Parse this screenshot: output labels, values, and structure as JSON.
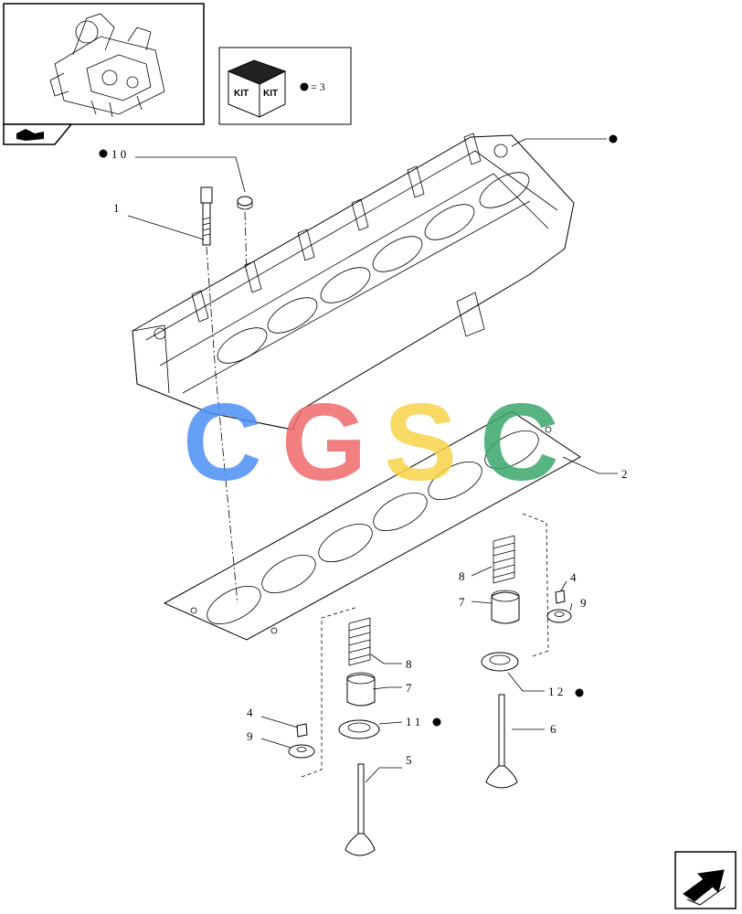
{
  "kit_box": {
    "word_left": "KIT",
    "word_right": "KIT",
    "equals_text": "= 3"
  },
  "watermark": {
    "letters": [
      "C",
      "G",
      "S",
      "C"
    ],
    "colors": [
      "#4c8ff5",
      "#f06a6a",
      "#f7d34a",
      "#3aa86b"
    ]
  },
  "callouts": {
    "c1": "1",
    "c2": "2",
    "c4a": "4",
    "c4b": "4",
    "c5": "5",
    "c6": "6",
    "c7a": "7",
    "c7b": "7",
    "c8a": "8",
    "c8b": "8",
    "c9a": "9",
    "c9b": "9",
    "c10": "1 0",
    "c11": "1 1",
    "c12": "1 2"
  },
  "colors": {
    "line": "#000000",
    "background": "#ffffff"
  }
}
